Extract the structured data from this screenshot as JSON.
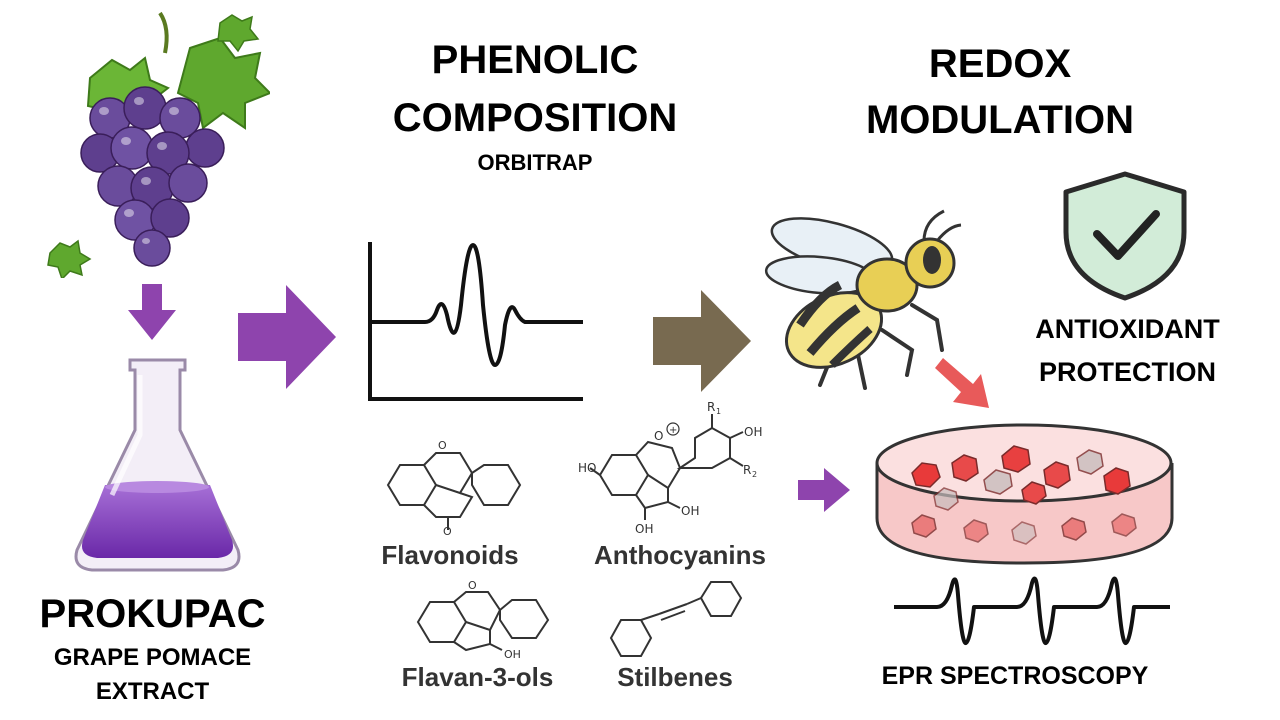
{
  "left": {
    "title": "PROKUPAC",
    "subtitle_line1": "GRAPE POMACE",
    "subtitle_line2": "EXTRACT"
  },
  "middle": {
    "title_line1": "PHENOLIC",
    "title_line2": "COMPOSITION",
    "subtitle": "ORBITRAP",
    "classes": [
      "Flavonoids",
      "Anthocyanins",
      "Flavan-3-ols",
      "Stilbenes"
    ],
    "anthocyanin_atoms": {
      "ho_left": "HO",
      "oxonium": "O",
      "charge": "+",
      "r1": "R",
      "r1_sub": "1",
      "oh_right": "OH",
      "r2": "R",
      "r2_sub": "2",
      "oh_mid": "OH",
      "oh_bottom": "OH"
    },
    "flavonoid_atoms": {
      "ring_o": "O",
      "keto_o": "O"
    },
    "flavanol_atoms": {
      "ring_o": "O",
      "oh": "OH"
    }
  },
  "right": {
    "title_line1": "REDOX",
    "title_line2": "MODULATION",
    "protection_line1": "ANTIOXIDANT",
    "protection_line2": "PROTECTION",
    "method": "EPR SPECTROSCOPY"
  },
  "colors": {
    "purple": "#8e44ad",
    "olive": "#786a50",
    "red": "#e85a5a",
    "shield": "#d2ecd8",
    "liquid": "#8a3cc0"
  }
}
